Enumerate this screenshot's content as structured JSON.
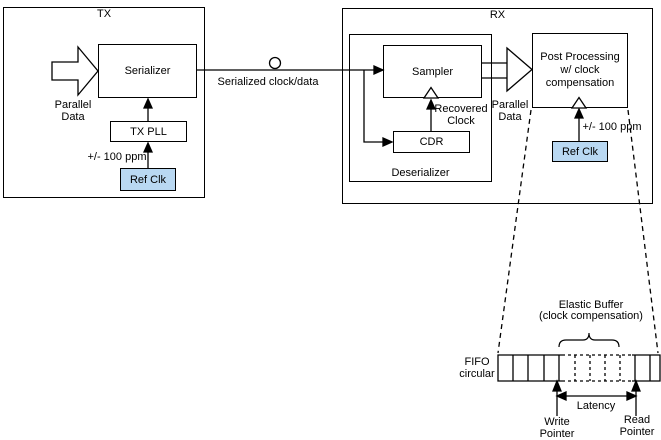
{
  "colors": {
    "line": "#000000",
    "ref_clk_fill": "#b9d8f2",
    "background": "#ffffff"
  },
  "tx": {
    "title": "TX",
    "parallel_data_label": "Parallel\nData",
    "serializer_label": "Serializer",
    "tx_pll_label": "TX PLL",
    "ppm_label": "+/- 100 ppm",
    "ref_clk_label": "Ref Clk"
  },
  "link": {
    "serialized_label": "Serialized clock/data"
  },
  "rx": {
    "title": "RX",
    "sampler_label": "Sampler",
    "cdr_label": "CDR",
    "recovered_clock_label": "Recovered\nClock",
    "deserializer_label": "Deserializer",
    "parallel_data_label": "Parallel\nData",
    "post_processing_label": "Post Processing\nw/ clock\ncompensation",
    "ppm_label": "+/- 100 ppm",
    "ref_clk_label": "Ref Clk"
  },
  "fifo": {
    "label": "FIFO\ncircular",
    "elastic_buffer_label": "Elastic Buffer\n(clock compensation)",
    "latency_label": "Latency",
    "write_pointer_label": "Write\nPointer",
    "read_pointer_label": "Read\nPointer"
  }
}
